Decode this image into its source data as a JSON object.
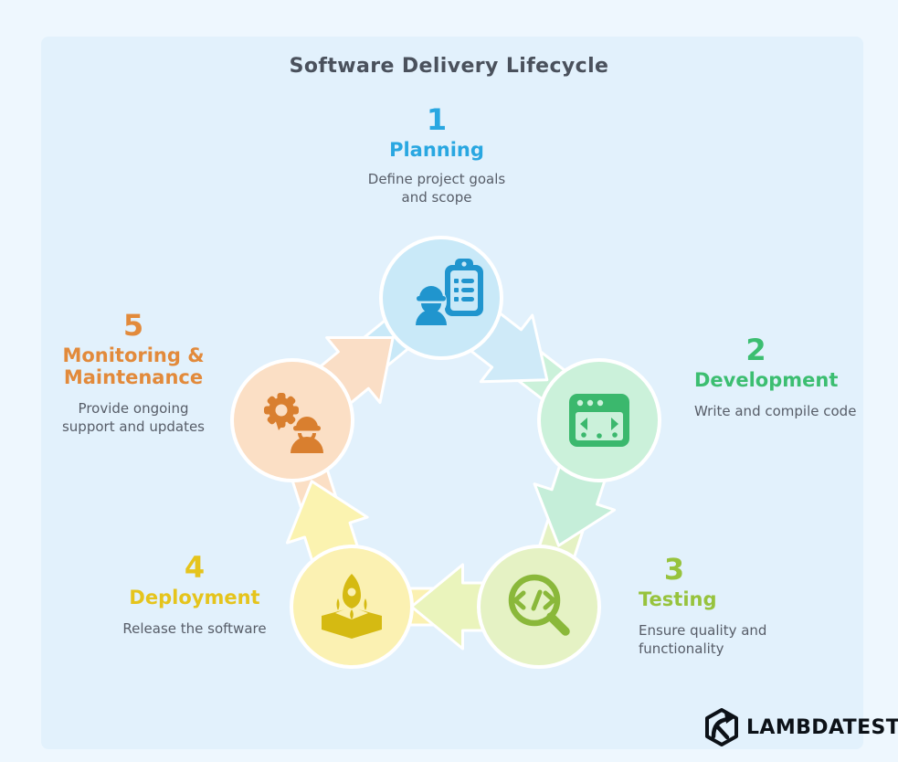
{
  "title": "Software Delivery Lifecycle",
  "stages": [
    {
      "number": "1",
      "name": "Planning",
      "description": "Define project goals and scope",
      "accent": "#29a7e1",
      "circle_fill": "#c9e9f8",
      "icon_color": "#2095ce",
      "arrow_color": "#cfeaf8",
      "icon": "engineer-clipboard-icon"
    },
    {
      "number": "2",
      "name": "Development",
      "description": "Write and compile code",
      "accent": "#3cbe71",
      "circle_fill": "#cbf1da",
      "icon_color": "#3bb86d",
      "arrow_color": "#c5eed9",
      "icon": "code-window-icon"
    },
    {
      "number": "3",
      "name": "Testing",
      "description": "Ensure quality and functionality",
      "accent": "#97c33d",
      "circle_fill": "#e5f2c4",
      "icon_color": "#8ab83a",
      "arrow_color": "#eaf4bc",
      "icon": "code-search-icon"
    },
    {
      "number": "4",
      "name": "Deployment",
      "description": "Release the software",
      "accent": "#e5c41c",
      "circle_fill": "#fbf1b2",
      "icon_color": "#d5ba12",
      "arrow_color": "#fbf3b0",
      "icon": "rocket-launch-icon"
    },
    {
      "number": "5",
      "name": "Monitoring & Maintenance",
      "description": "Provide ongoing support and updates",
      "accent": "#e28a3b",
      "circle_fill": "#fbdfc5",
      "icon_color": "#d97f2f",
      "arrow_color": "#fadec6",
      "icon": "gear-engineer-icon"
    }
  ],
  "brand": {
    "label": "LAMBDATEST",
    "icon": "lambdatest-hexagon-icon",
    "color": "#0c1117"
  },
  "colors": {
    "frame": "#eef7fe",
    "panel": "#e2f1fc",
    "title_text": "#4a515c",
    "body_text": "#575d68",
    "circle_stroke": "#ffffff"
  }
}
